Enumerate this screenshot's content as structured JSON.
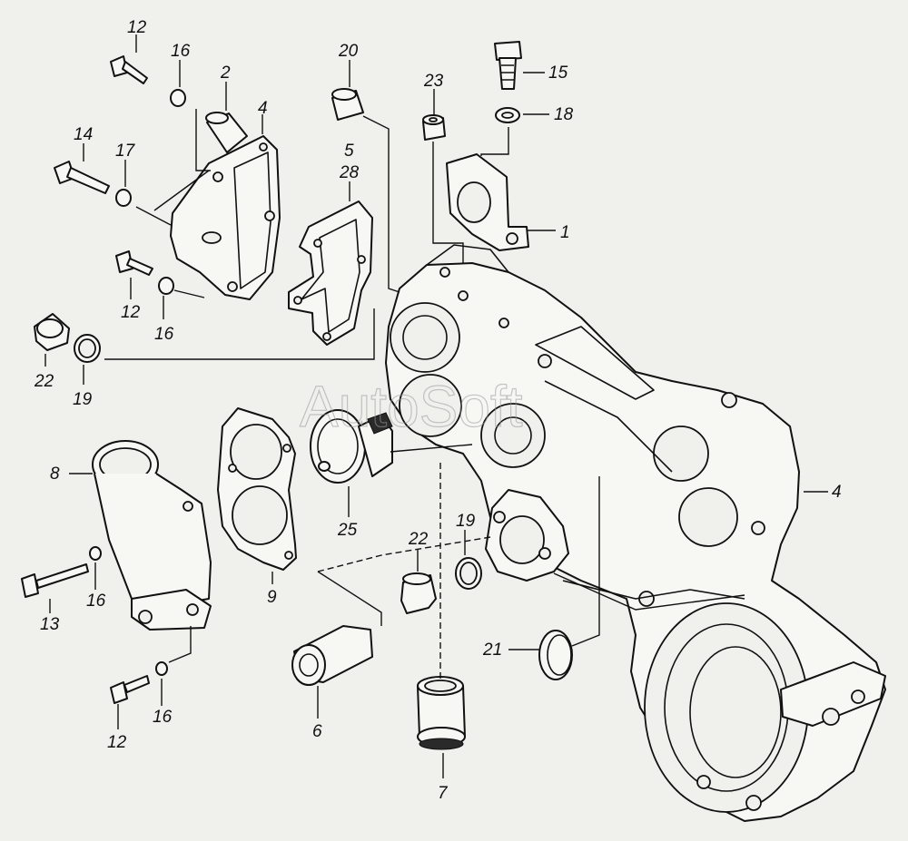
{
  "watermark": "AutoSoft",
  "callouts": {
    "c1": "1",
    "c2": "2",
    "c4a": "4",
    "c4b": "4",
    "c5": "5",
    "c28": "28",
    "c6": "6",
    "c7": "7",
    "c8": "8",
    "c9": "9",
    "c12a": "12",
    "c12b": "12",
    "c12c": "12",
    "c13": "13",
    "c14": "14",
    "c15": "15",
    "c16a": "16",
    "c16b": "16",
    "c16c": "16",
    "c16d": "16",
    "c17": "17",
    "c18": "18",
    "c19a": "19",
    "c19b": "19",
    "c20": "20",
    "c21": "21",
    "c22a": "22",
    "c22b": "22",
    "c23": "23",
    "c25": "25"
  }
}
